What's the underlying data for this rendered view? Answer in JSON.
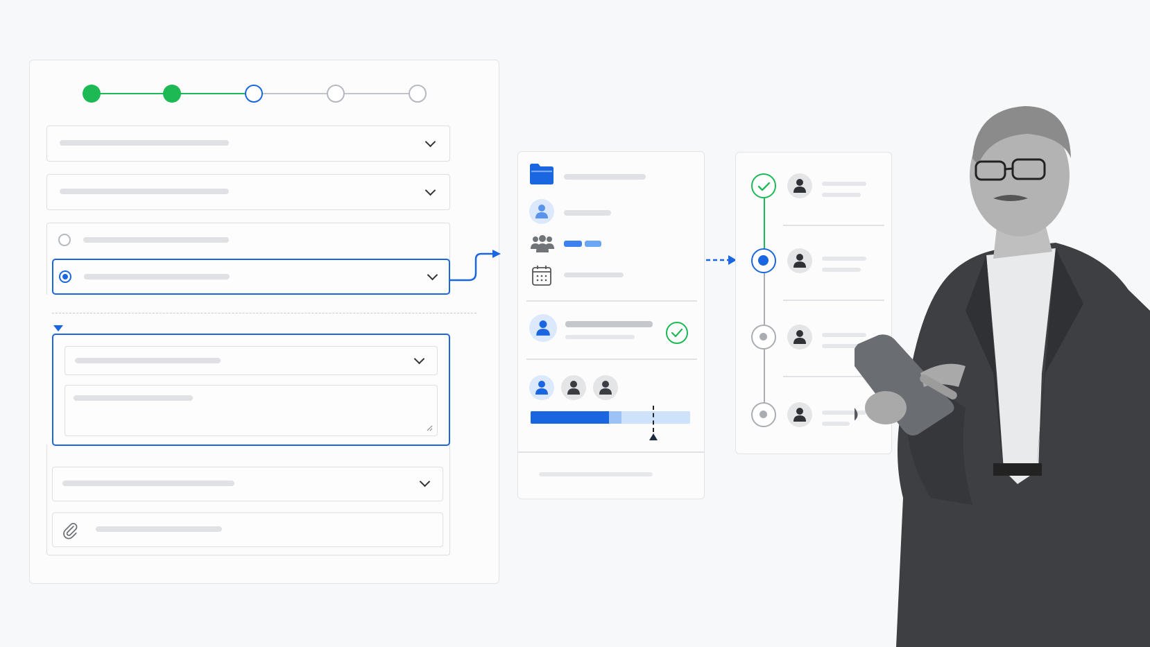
{
  "colors": {
    "accent_blue": "#1a66e0",
    "success_green": "#1db954",
    "placeholder_grey": "#dfe1e4",
    "panel_border": "#e2e4e7"
  },
  "stepper": {
    "total_steps": 5,
    "completed_steps": 2,
    "current_step": 3
  },
  "form": {
    "dropdowns": [
      {
        "icon": "chevron-down-icon"
      },
      {
        "icon": "chevron-down-icon"
      }
    ],
    "radio_options": [
      {
        "selected": false
      },
      {
        "selected": true
      }
    ],
    "expand_icon": "triangle-down-icon",
    "attachment_icon": "paperclip-icon"
  },
  "summary_card": {
    "icons": [
      "folder-icon",
      "user-icon",
      "users-icon",
      "calendar-icon",
      "check-circle-icon"
    ],
    "progress": {
      "filled_fraction": 0.49,
      "partial_fraction": 0.08,
      "marker_fraction": 0.77
    }
  },
  "approval_timeline": {
    "steps": [
      {
        "state": "done"
      },
      {
        "state": "current"
      },
      {
        "state": "pending"
      },
      {
        "state": "pending"
      }
    ]
  },
  "photo": {
    "subject": "man-with-tablet"
  }
}
